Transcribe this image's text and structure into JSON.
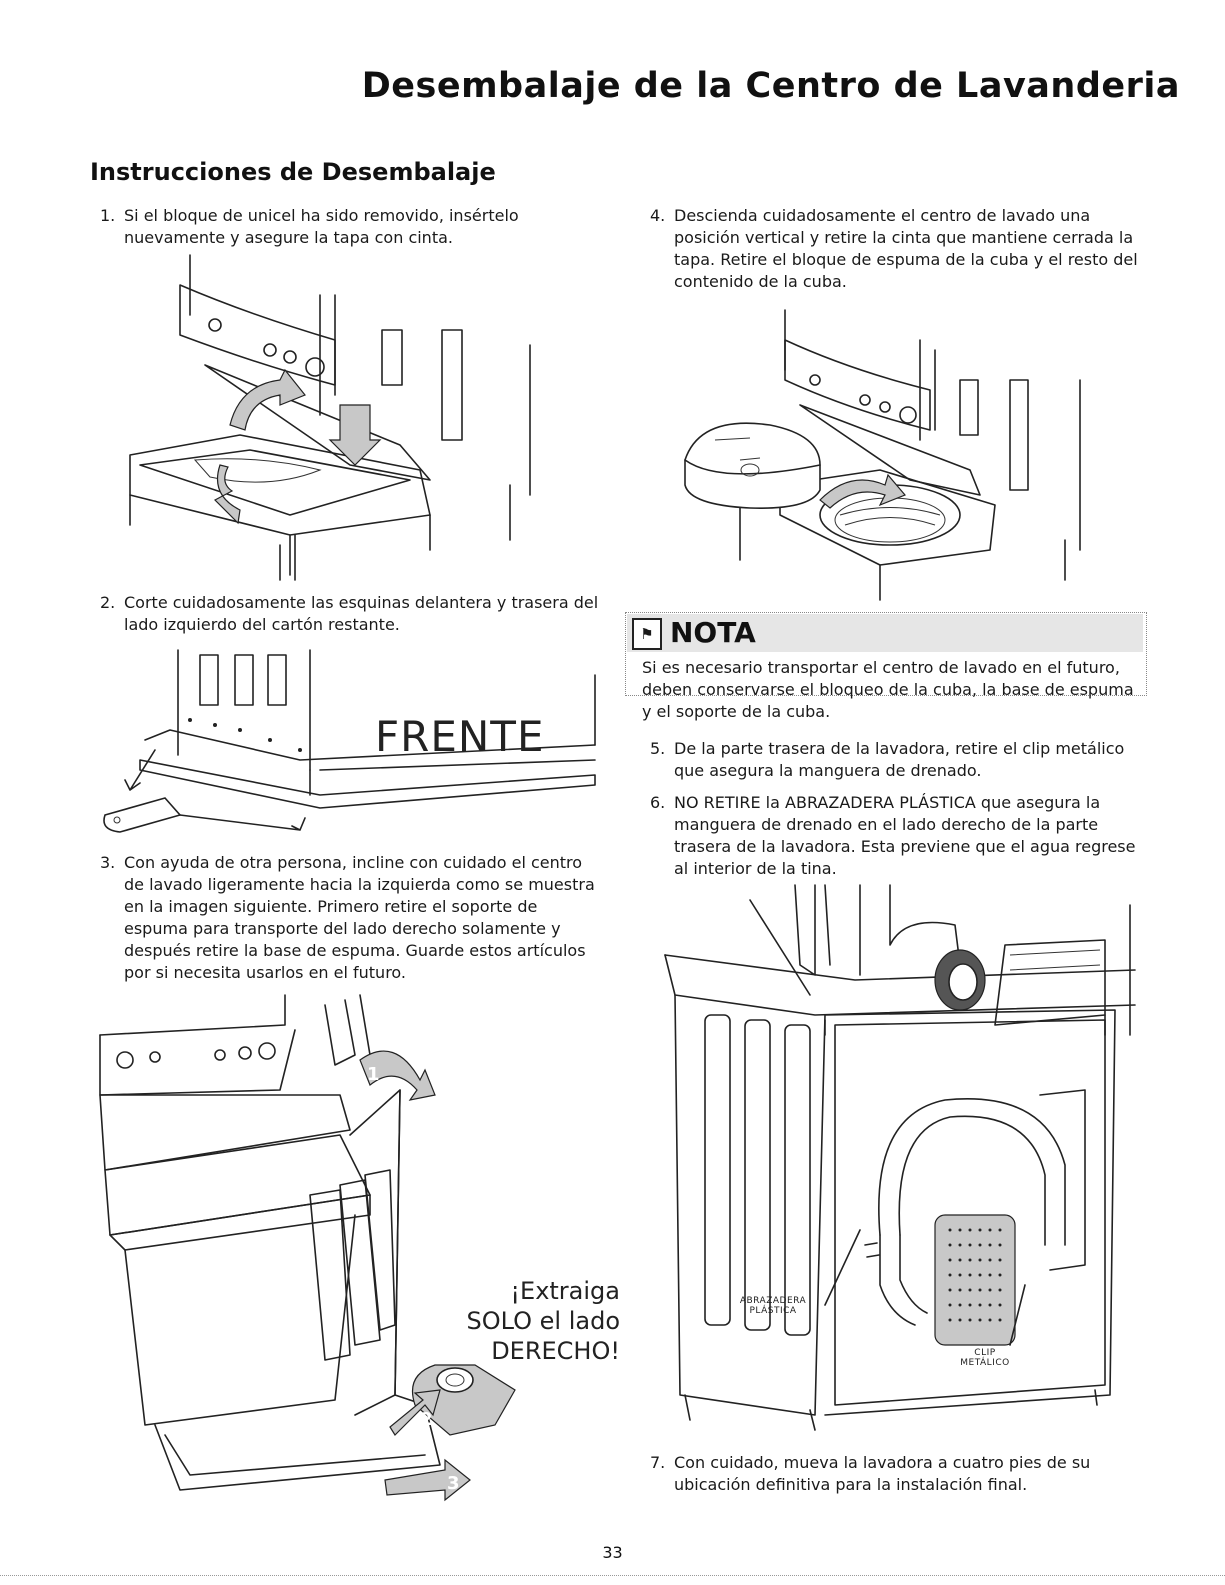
{
  "page": {
    "title": "Desembalaje de la Centro de Lavanderia",
    "section_title": "Instrucciones de Desembalaje",
    "page_number": "33"
  },
  "steps": [
    {
      "num": "1.",
      "text": "Si el bloque de unicel ha sido removido, insértelo nuevamente y asegure la tapa con cinta."
    },
    {
      "num": "2.",
      "text": "Corte cuidadosamente las esquinas delantera y trasera del lado izquierdo del cartón restante."
    },
    {
      "num": "3.",
      "text": "Con ayuda de otra persona, incline con cuidado el centro de lavado ligeramente hacia la izquierda como se muestra en la imagen siguiente. Primero retire el soporte de espuma para transporte del lado derecho solamente y después retire la base de espuma. Guarde estos artículos por si necesita usarlos en el futuro."
    },
    {
      "num": "4.",
      "text": "Descienda cuidadosamente el centro de lavado una posición vertical y retire la cinta que mantiene cerrada la tapa. Retire el bloque de espuma de la cuba y el resto del contenido de la cuba."
    },
    {
      "num": "5.",
      "text": "De la parte trasera de la lavadora, retire el clip metálico que asegura la manguera de drenado."
    },
    {
      "num": "6.",
      "text": "NO RETIRE la ABRAZADERA PLÁSTICA que asegura la manguera de drenado en el lado derecho de la parte trasera de la lavadora. Esta previene que el agua regrese al interior de la tina."
    },
    {
      "num": "7.",
      "text": "Con cuidado, mueva la lavadora a cuatro pies de su ubicación definitiva para la instalación final."
    }
  ],
  "note": {
    "label": "NOTA",
    "text": "Si es necesario transportar el centro de lavado en el futuro, deben conservarse el bloqueo de la cuba, la base de espuma y el soporte de la cuba."
  },
  "figures": {
    "frente_label": "FRENTE",
    "callout_line1": "¡Extraiga",
    "callout_line2": "SOLO el lado",
    "callout_line3": "DERECHO!",
    "arrow_1": "1",
    "arrow_2": "2",
    "arrow_3": "3",
    "tag_abrazadera_1": "ABRAZADERA",
    "tag_abrazadera_2": "PLÁSTICA",
    "tag_clip_1": "CLIP",
    "tag_clip_2": "METÁLICO"
  }
}
